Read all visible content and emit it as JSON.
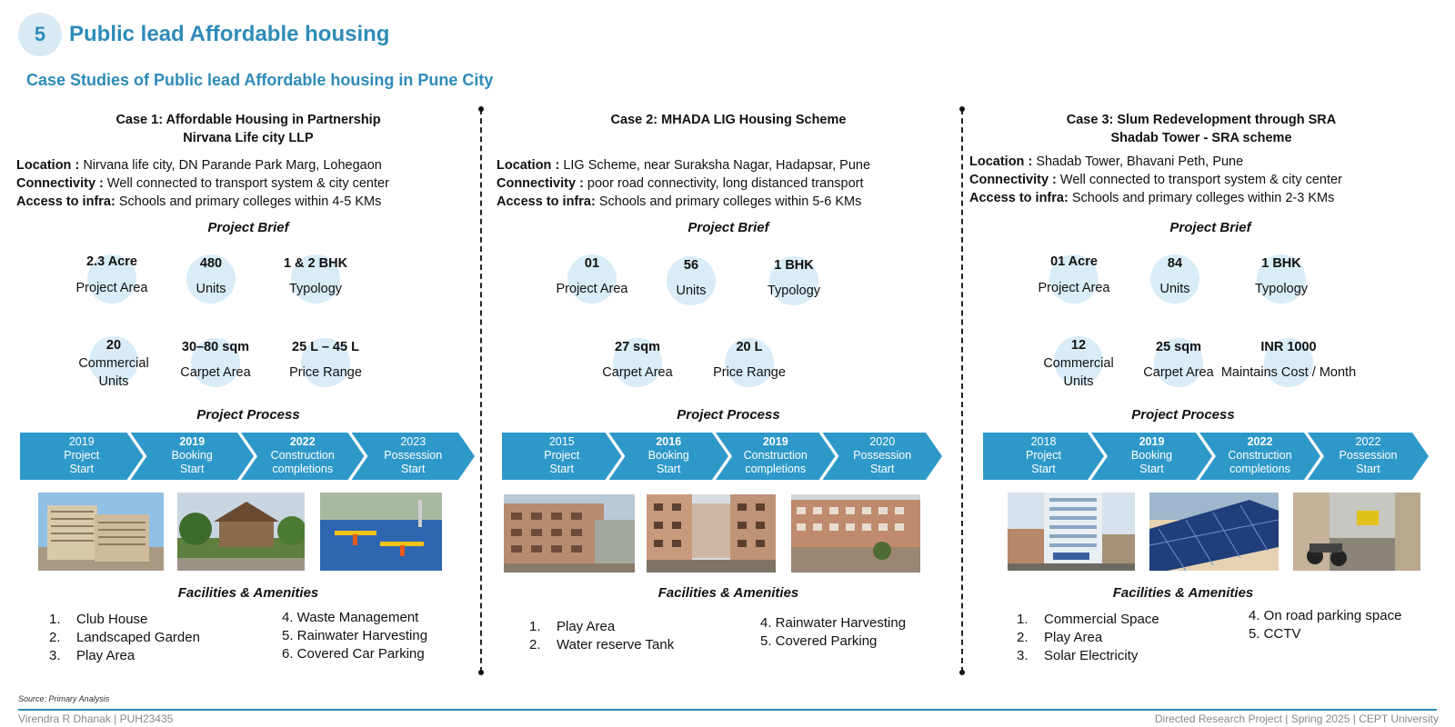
{
  "header": {
    "section_number": "5",
    "title": "Public lead Affordable housing",
    "subtitle": "Case Studies of Public lead Affordable housing in Pune City"
  },
  "labels": {
    "location": "Location :",
    "connectivity": "Connectivity :",
    "access": "Access to infra:",
    "project_brief": "Project Brief",
    "project_process": "Project Process",
    "facilities": "Facilities & Amenities"
  },
  "cases": [
    {
      "title_line1": "Case 1: Affordable Housing in Partnership",
      "title_line2": "Nirvana Life city LLP",
      "location": "Nirvana life city, DN Parande Park Marg, Lohegaon",
      "connectivity": "Well connected to transport system & city center",
      "access": "Schools and primary colleges within 4-5 KMs",
      "stats": [
        {
          "value": "2.3 Acre",
          "label": "Project Area"
        },
        {
          "value": "480",
          "label": "Units"
        },
        {
          "value": "1 & 2 BHK",
          "label": "Typology"
        },
        {
          "value": "20",
          "label": "Commercial Units"
        },
        {
          "value": "30–80 sqm",
          "label": "Carpet Area"
        },
        {
          "value": "25 L – 45 L",
          "label": "Price Range"
        }
      ],
      "process": [
        {
          "year": "2019",
          "step": "Project Start"
        },
        {
          "year": "2019",
          "step": "Booking Start"
        },
        {
          "year": "2022",
          "step": "Construction completions"
        },
        {
          "year": "2023",
          "step": "Possession Start"
        }
      ],
      "amenities_left": [
        {
          "num": "1.",
          "text": "Club House"
        },
        {
          "num": "2.",
          "text": "Landscaped Garden"
        },
        {
          "num": "3.",
          "text": "Play Area"
        }
      ],
      "amenities_right": [
        "4. Waste Management",
        "5. Rainwater Harvesting",
        "6. Covered Car Parking"
      ]
    },
    {
      "title_line1": "Case 2: MHADA LIG Housing Scheme",
      "location": "LIG Scheme, near Suraksha Nagar, Hadapsar, Pune",
      "connectivity": "poor road connectivity, long distanced transport",
      "access": "Schools and primary colleges within 5-6 KMs",
      "stats": [
        {
          "value": "01",
          "label": "Project Area"
        },
        {
          "value": "56",
          "label": "Units"
        },
        {
          "value": "1 BHK",
          "label": "Typology"
        },
        {
          "value": "27 sqm",
          "label": "Carpet Area"
        },
        {
          "value": "20 L",
          "label": "Price Range"
        }
      ],
      "process": [
        {
          "year": "2015",
          "step": "Project Start"
        },
        {
          "year": "2016",
          "step": "Booking Start"
        },
        {
          "year": "2019",
          "step": "Construction completions"
        },
        {
          "year": "2020",
          "step": "Possession Start"
        }
      ],
      "amenities_left": [
        {
          "num": "1.",
          "text": "Play Area"
        },
        {
          "num": "2.",
          "text": "Water reserve Tank"
        }
      ],
      "amenities_right": [
        "4. Rainwater Harvesting",
        "5. Covered Parking"
      ]
    },
    {
      "title_line1": "Case 3: Slum Redevelopment through SRA",
      "title_line2": "Shadab Tower - SRA scheme",
      "location": "Shadab Tower, Bhavani Peth, Pune",
      "connectivity": "Well connected to transport system & city center",
      "access": "Schools and primary colleges within 2-3 KMs",
      "stats": [
        {
          "value": "01 Acre",
          "label": "Project Area"
        },
        {
          "value": "84",
          "label": "Units"
        },
        {
          "value": "1 BHK",
          "label": "Typology"
        },
        {
          "value": "12",
          "label": "Commercial Units"
        },
        {
          "value": "25 sqm",
          "label": "Carpet Area"
        },
        {
          "value": "INR 1000",
          "label": "Maintains Cost / Month"
        }
      ],
      "process": [
        {
          "year": "2018",
          "step": "Project Start"
        },
        {
          "year": "2019",
          "step": "Booking Start"
        },
        {
          "year": "2022",
          "step": "Construction completions"
        },
        {
          "year": "2022",
          "step": "Possession Start"
        }
      ],
      "amenities_left": [
        {
          "num": "1.",
          "text": "Commercial Space"
        },
        {
          "num": "2.",
          "text": "Play Area"
        },
        {
          "num": "3.",
          "text": "Solar Electricity"
        }
      ],
      "amenities_right": [
        "4. On road parking space",
        "5. CCTV"
      ]
    }
  ],
  "footer": {
    "source": "Source: Primary Analysis",
    "left": "Virendra R Dhanak | PUH23435",
    "right": "Directed Research Project | Spring 2025 | CEPT University"
  }
}
